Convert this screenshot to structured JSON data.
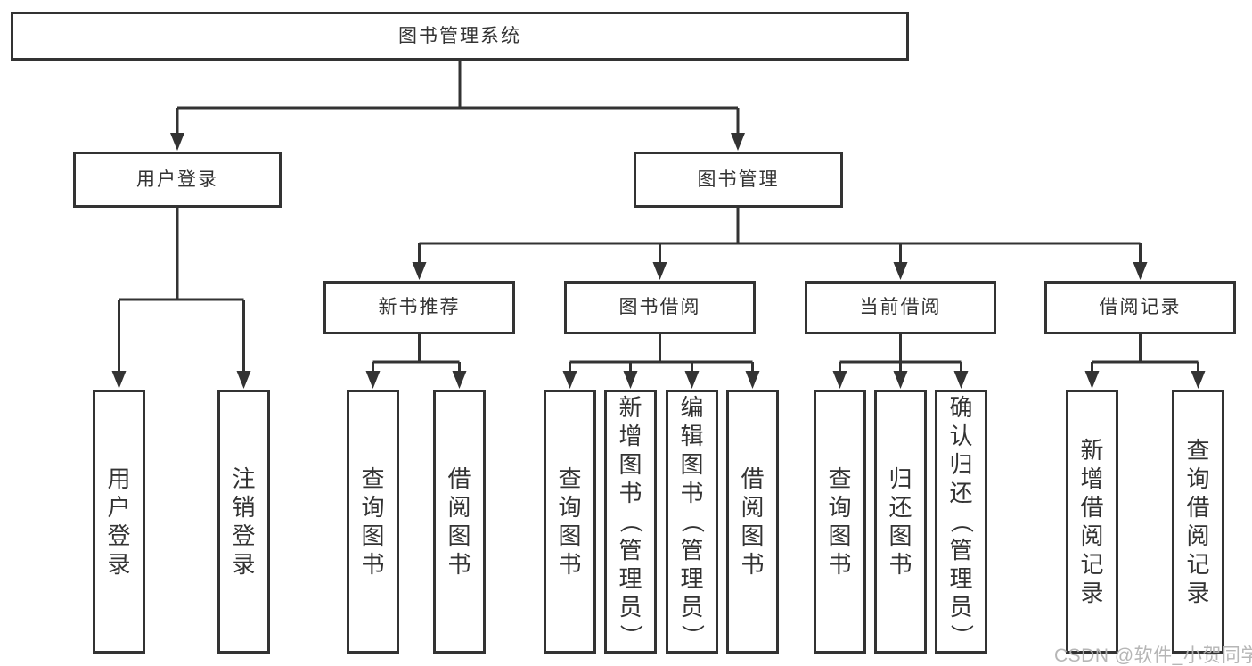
{
  "diagram": {
    "title": "图书管理系统",
    "level2": [
      "用户登录",
      "图书管理"
    ],
    "level3": [
      "新书推荐",
      "图书借阅",
      "当前借阅",
      "借阅记录"
    ],
    "leaves": {
      "user_login": [
        "用户登录",
        "注销登录"
      ],
      "new_book_recommendation": [
        "查询图书",
        "借阅图书"
      ],
      "book_borrowing": [
        "查询图书",
        "新增图书（管理员）",
        "编辑图书（管理员）",
        "借阅图书"
      ],
      "current_borrowing": [
        "查询图书",
        "归还图书",
        "确认归还（管理员）"
      ],
      "borrowing_records": [
        "新增借阅记录",
        "查询借阅记录"
      ]
    }
  },
  "watermark": "CSDN @软件_小贺同学",
  "colors": {
    "line": "#333333",
    "text": "#333333",
    "box_fill": "#ffffff",
    "watermark_gray": "#b2b2b2"
  }
}
